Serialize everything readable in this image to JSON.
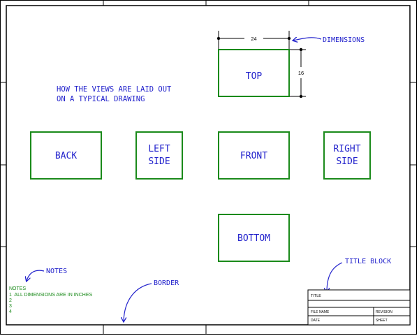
{
  "colors": {
    "view_outline": "#1a8a1a",
    "view_label": "#2222cc",
    "annotation": "#2222cc",
    "notes_text": "#1a8a1a",
    "frame": "#000000"
  },
  "heading": {
    "line1": "HOW THE VIEWS ARE LAID OUT",
    "line2": "ON A TYPICAL DRAWING"
  },
  "views": {
    "top": "TOP",
    "back": "BACK",
    "left_line1": "LEFT",
    "left_line2": "SIDE",
    "front": "FRONT",
    "right_line1": "RIGHT",
    "right_line2": "SIDE",
    "bottom": "BOTTOM"
  },
  "dimensions": {
    "width_value": "24",
    "height_value": "16"
  },
  "callouts": {
    "dimensions": "DIMENSIONS",
    "notes": "NOTES",
    "border": "BORDER",
    "title_block": "TITLE BLOCK"
  },
  "notes": {
    "header": "NOTES",
    "items": [
      "1  ALL DIMENSIONS ARE IN INCHES",
      "2",
      "3",
      "4"
    ]
  },
  "title_block": {
    "title": "TITLE",
    "file_name": "FILE NAME",
    "revision": "REVISION",
    "date": "DATE",
    "sheet": "SHEET"
  }
}
